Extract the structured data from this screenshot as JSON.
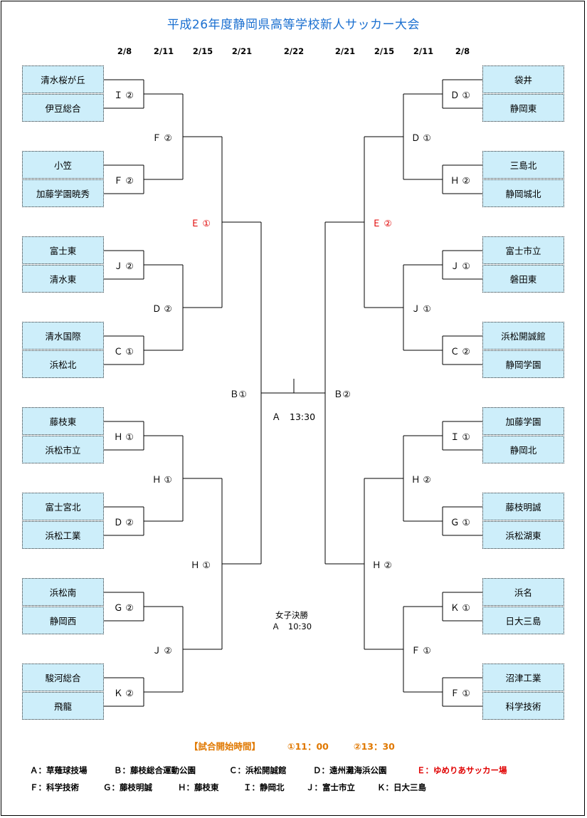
{
  "title": "平成26年度静岡県高等学校新人サッカー大会",
  "dates_left": [
    "2/8",
    "2/11",
    "2/15",
    "2/21"
  ],
  "date_center": "2/22",
  "dates_right": [
    "2/21",
    "2/15",
    "2/11",
    "2/8"
  ],
  "teams_left": [
    "清水桜が丘",
    "伊豆総合",
    "小笠",
    "加藤学園暁秀",
    "富士東",
    "清水東",
    "清水国際",
    "浜松北",
    "藤枝東",
    "浜松市立",
    "富士宮北",
    "浜松工業",
    "浜松南",
    "静岡西",
    "駿河総合",
    "飛龍"
  ],
  "teams_right": [
    "袋井",
    "静岡東",
    "三島北",
    "静岡城北",
    "富士市立",
    "磐田東",
    "浜松開誠館",
    "静岡学園",
    "加藤学園",
    "静岡北",
    "藤枝明誠",
    "浜松湖東",
    "浜名",
    "日大三島",
    "沼津工業",
    "科学技術"
  ],
  "left_r1": [
    "Ｉ ②",
    "Ｆ ②",
    "Ｊ ②",
    "Ｃ ①",
    "Ｈ ①",
    "Ｄ ②",
    "Ｇ ②",
    "Ｋ ②"
  ],
  "left_r2": [
    "Ｆ ②",
    "Ｄ ②",
    "Ｈ ①",
    "Ｊ ②"
  ],
  "left_r3": [
    "Ｅ ①",
    "Ｈ ①"
  ],
  "left_semi": "Ｂ①",
  "right_r1": [
    "Ｄ ①",
    "Ｈ ②",
    "Ｊ ①",
    "Ｃ ②",
    "Ｉ ①",
    "Ｇ ①",
    "Ｋ ①",
    "Ｆ ①"
  ],
  "right_r2": [
    "Ｄ ①",
    "Ｊ ①",
    "Ｈ ②",
    "Ｆ ①"
  ],
  "right_r3": [
    "Ｅ ②",
    "Ｈ ②"
  ],
  "right_semi": "Ｂ②",
  "final_label": "Ａ　13:30",
  "women_final": {
    "line1": "女子決勝",
    "line2": "Ａ　10:30"
  },
  "time_info": {
    "label": "【試合開始時間】",
    "first": "①11：00",
    "second": "②13：30"
  },
  "venues_row1": [
    "Ａ：草薙球技場",
    "Ｂ：藤枝総合運動公園",
    "Ｃ：浜松開誠館",
    "Ｄ：遠州灘海浜公園",
    "Ｅ：ゆめりあサッカー場"
  ],
  "venues_row2": [
    "Ｆ：科学技術",
    "Ｇ：藤枝明誠",
    "Ｈ：藤枝東",
    "Ｉ：静岡北",
    "Ｊ：富士市立",
    "Ｋ：日大三島"
  ],
  "colors": {
    "title": "#1a6fd0",
    "highlight": "#e00000",
    "time": "#e07800",
    "team_bg": "#cdeefa"
  }
}
